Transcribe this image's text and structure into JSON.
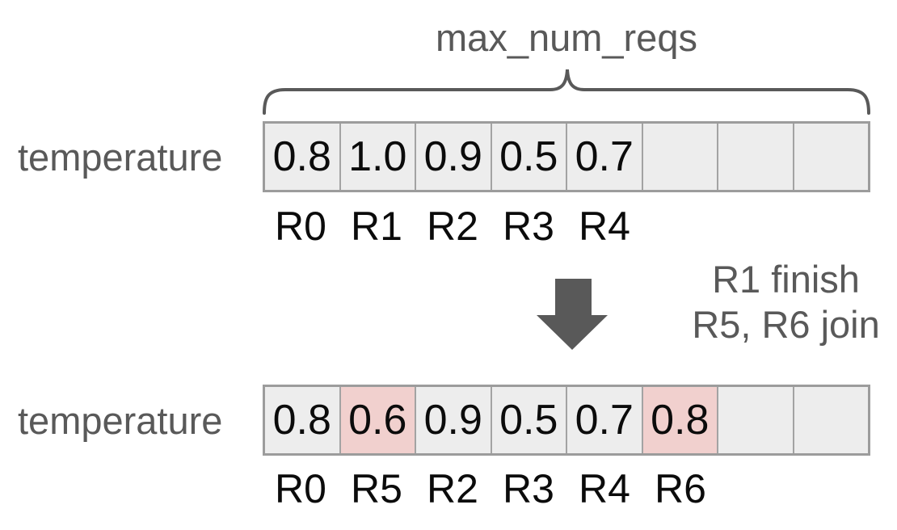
{
  "diagram_title": "max_num_reqs",
  "colors": {
    "gray_text": "#595959",
    "arrow": "#595959",
    "brace": "#595959",
    "cell_bg": "#ededed",
    "cell_border": "#a3a3a3",
    "outer_border": "#9c9c9c",
    "highlight_bg": "#f1d0ce"
  },
  "top_row": {
    "label": "temperature",
    "cells": [
      {
        "value": "0.8",
        "highlight": false
      },
      {
        "value": "1.0",
        "highlight": false
      },
      {
        "value": "0.9",
        "highlight": false
      },
      {
        "value": "0.5",
        "highlight": false
      },
      {
        "value": "0.7",
        "highlight": false
      },
      {
        "value": "",
        "highlight": false
      },
      {
        "value": "",
        "highlight": false
      },
      {
        "value": "",
        "highlight": false
      }
    ],
    "request_labels": [
      "R0",
      "R1",
      "R2",
      "R3",
      "R4",
      "",
      "",
      ""
    ]
  },
  "transition": {
    "arrow_icon": "down-arrow",
    "lines": [
      "R1 finish",
      "R5, R6 join"
    ]
  },
  "bottom_row": {
    "label": "temperature",
    "cells": [
      {
        "value": "0.8",
        "highlight": false
      },
      {
        "value": "0.6",
        "highlight": true
      },
      {
        "value": "0.9",
        "highlight": false
      },
      {
        "value": "0.5",
        "highlight": false
      },
      {
        "value": "0.7",
        "highlight": false
      },
      {
        "value": "0.8",
        "highlight": true
      },
      {
        "value": "",
        "highlight": false
      },
      {
        "value": "",
        "highlight": false
      }
    ],
    "request_labels": [
      "R0",
      "R5",
      "R2",
      "R3",
      "R4",
      "R6",
      "",
      ""
    ]
  }
}
